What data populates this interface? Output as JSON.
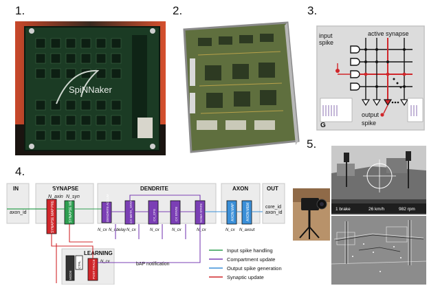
{
  "panels": {
    "p1": {
      "number": "1.",
      "board_text": "SpiNNaker"
    },
    "p2": {
      "number": "2."
    },
    "p3": {
      "number": "3.",
      "input_label": "input",
      "spike_label": "spike",
      "active_synapse_label": "active synapse",
      "output_label": "output",
      "output_spike_label": "spike",
      "corner_label": "G"
    },
    "p4": {
      "number": "4.",
      "sections": [
        "IN",
        "SYNAPSE",
        "DENDRITE",
        "AXON",
        "OUT",
        "LEARNING"
      ],
      "in_signal": "axon_id",
      "out_signals": [
        "core_id",
        "axon_id"
      ],
      "synapse_blocks": [
        "SYNAPSE MAP PRE TRACE",
        "SYNAPSE MEM"
      ],
      "synapse_labels": [
        "N_axin",
        "N_syn"
      ],
      "dendrite_blocks": [
        "DENDRITE ACCUM",
        "CX META_STATE",
        "CX_CFG",
        "CX STATE",
        "SOMA STATE"
      ],
      "dendrite_labels": [
        "N_cx",
        "N_cdelay",
        "N_cx",
        "N_cx",
        "N_cx",
        "N_cx"
      ],
      "axon_blocks": [
        "AXON MAP",
        "AXON MEM"
      ],
      "axon_labels": [
        "N_cx",
        "N_axout"
      ],
      "learning_blocks": [
        "MODE",
        "CTRL",
        "POST TRACE"
      ],
      "learning_labels": [
        "N_cx"
      ],
      "bap_label": "bAP notification",
      "legend": [
        {
          "label": "Input spike handling",
          "color": "#2e9e50"
        },
        {
          "label": "Compartment update",
          "color": "#7b3fb5"
        },
        {
          "label": "Output spike generation",
          "color": "#3a8fd8"
        },
        {
          "label": "Synaptic update",
          "color": "#d0262a"
        }
      ]
    },
    "p5": {
      "number": "5.",
      "hud": [
        "1 brake",
        "26 km/h",
        "982 rpm"
      ]
    }
  }
}
